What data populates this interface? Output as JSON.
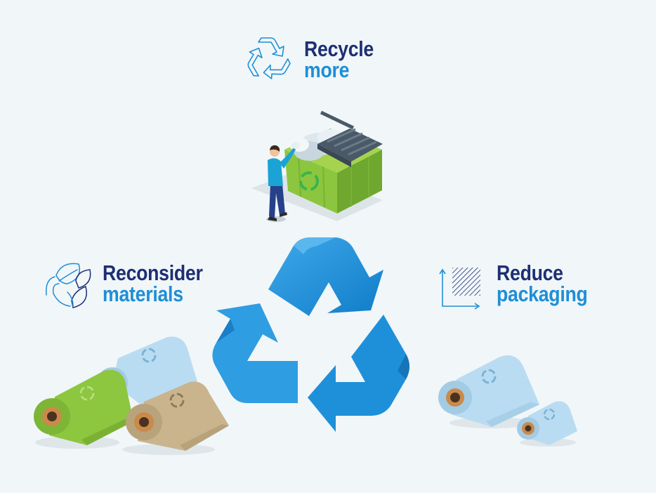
{
  "labels": {
    "recycle": {
      "line1": "Recycle",
      "line2": "more"
    },
    "reconsider": {
      "line1": "Reconsider",
      "line2": "materials"
    },
    "reduce": {
      "line1": "Reduce",
      "line2": "packaging"
    }
  },
  "icons": {
    "recycle": "recycle-outline-icon",
    "reconsider": "leaves-outline-icon",
    "reduce": "packaging-square-icon"
  },
  "colors": {
    "navy": "#1d2f73",
    "blue": "#1e8fd6",
    "recycle_arrow": "#1a8fd8",
    "dumpster_green": "#8cc63f",
    "roll_light_blue": "#b9dcf2",
    "roll_green": "#8dc63f",
    "roll_kraft": "#c9b48e",
    "background": "#f1f6f9"
  }
}
